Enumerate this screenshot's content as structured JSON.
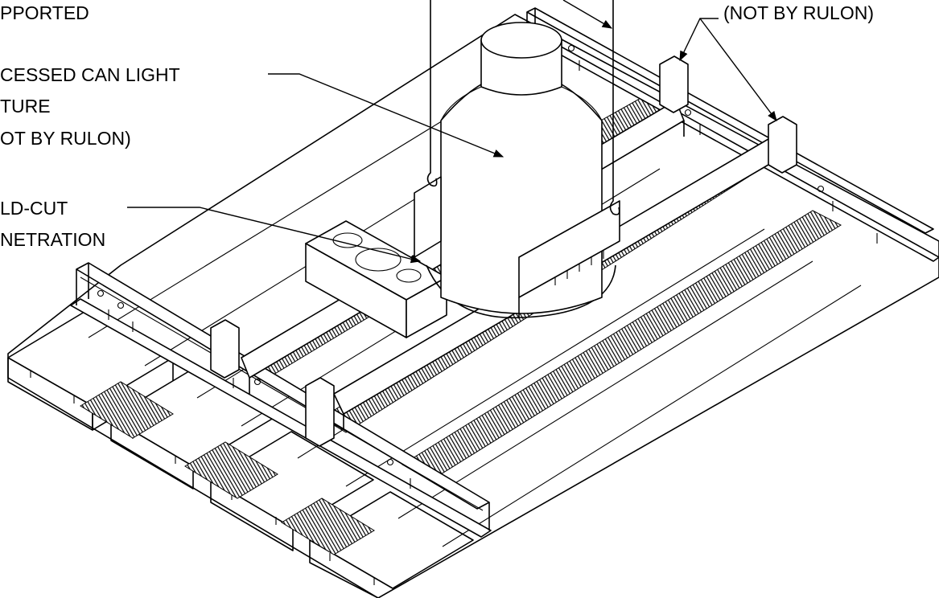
{
  "labels": {
    "supported": "PPORTED",
    "not_by_rulon_top": "(NOT BY RULON)",
    "can_light_line1": "CESSED CAN LIGHT",
    "can_light_line2": "TURE",
    "can_light_line3": "OT BY RULON)",
    "field_cut_line1": "LD-CUT",
    "field_cut_line2": "NETRATION"
  },
  "colors": {
    "ink": "#000000",
    "paper": "#ffffff",
    "slot_fill": "#1a1a1a"
  }
}
